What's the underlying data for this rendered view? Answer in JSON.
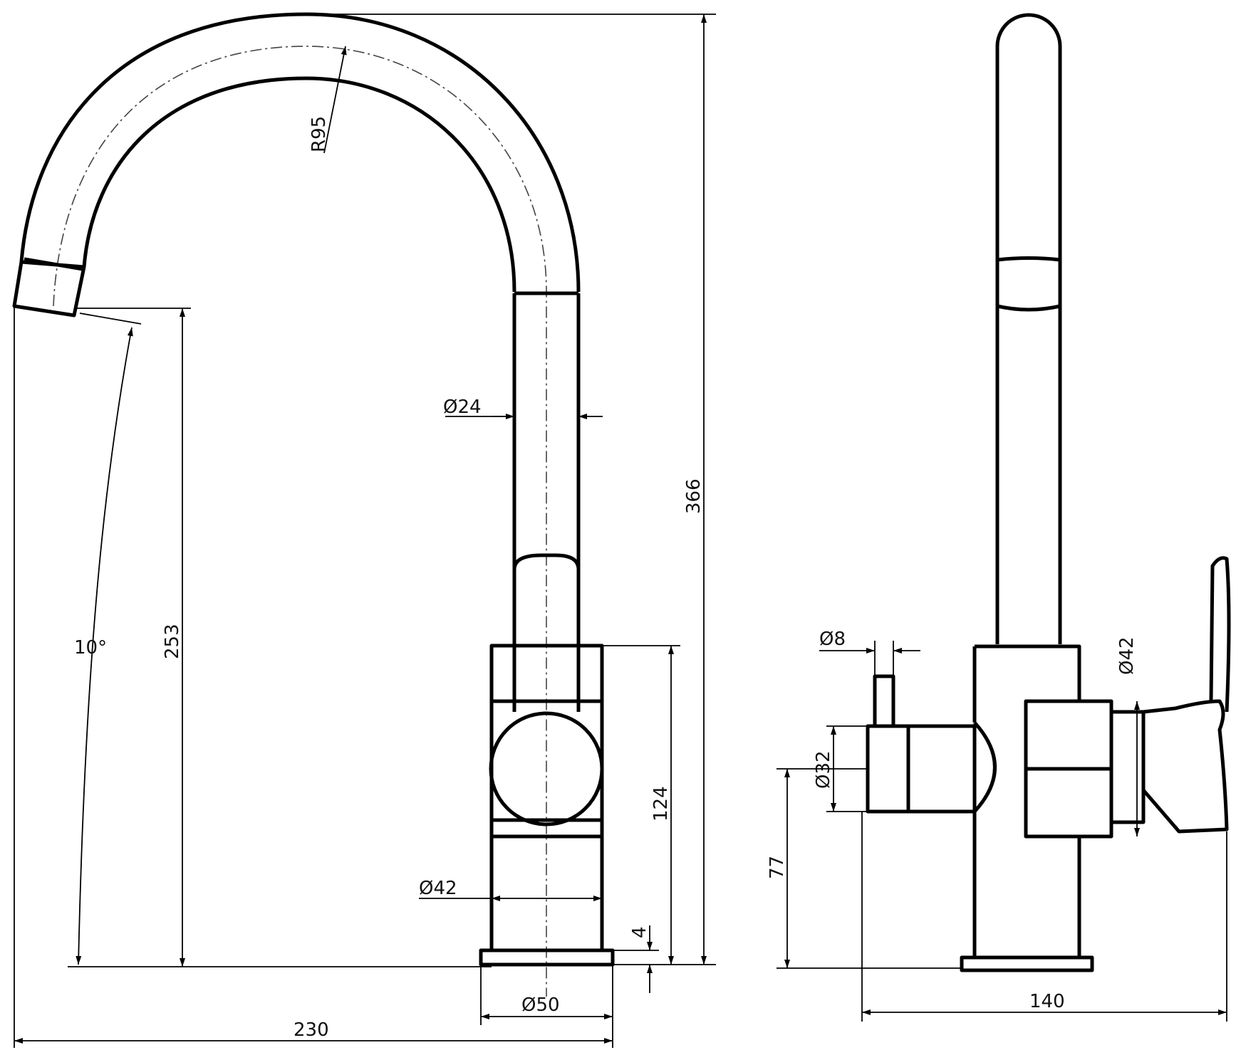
{
  "dimensions": {
    "spout_radius": "R95",
    "spout_diameter": "Ø24",
    "total_height": "366",
    "outlet_height": "253",
    "outlet_angle": "10°",
    "body_height": "124",
    "body_diameter": "Ø42",
    "base_thickness": "4",
    "base_diameter": "Ø50",
    "reach": "230",
    "pin_diameter": "Ø8",
    "handle_boss_diameter": "Ø32",
    "side_body_diameter": "Ø42",
    "handle_height": "77",
    "total_width": "140"
  },
  "colors": {
    "line": "#000000",
    "background": "#ffffff"
  }
}
